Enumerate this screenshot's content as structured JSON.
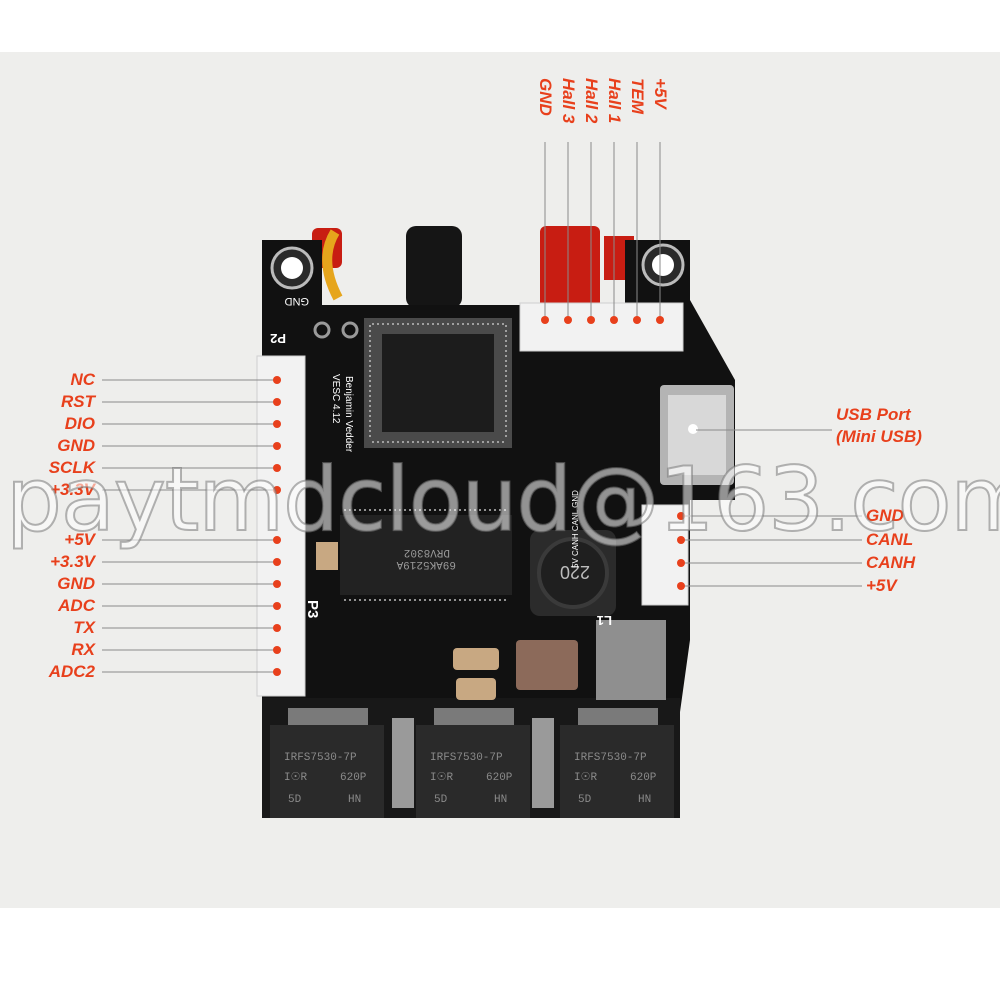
{
  "colors": {
    "label": "#e8401c",
    "pcb": "#111111",
    "background": "#eeeeec"
  },
  "left_pins": [
    "NC",
    "RST",
    "DIO",
    "GND",
    "SCLK",
    "+3.3V",
    "+5V",
    "+3.3V",
    "GND",
    "ADC",
    "TX",
    "RX",
    "ADC2"
  ],
  "top_pins": [
    "+5V",
    "TEM",
    "Hall 1",
    "Hall 2",
    "Hall 3",
    "GND"
  ],
  "right_pins": [
    "GND",
    "CANL",
    "CANH",
    "+5V"
  ],
  "usb_label": {
    "line1": "USB Port",
    "line2": "(Mini USB)"
  },
  "board_text": {
    "gnd": "GND",
    "p2": "P2",
    "p3": "P3",
    "l1": "L1",
    "inductor": "220",
    "chip_label": "DRV8302",
    "chip_code": "69AK5219A",
    "vesc": "VESC 4.12",
    "author": "Benjamin Vedder",
    "can_silk": "5V CANH CANL GND",
    "mosfet_part": "IRFS7530-7P",
    "mosfet_code": "620P",
    "mosfet_brand": "I☉R",
    "mosfet_sub1": "5D",
    "mosfet_sub2": "HN"
  },
  "watermark": "paytmdcloud@163.com"
}
